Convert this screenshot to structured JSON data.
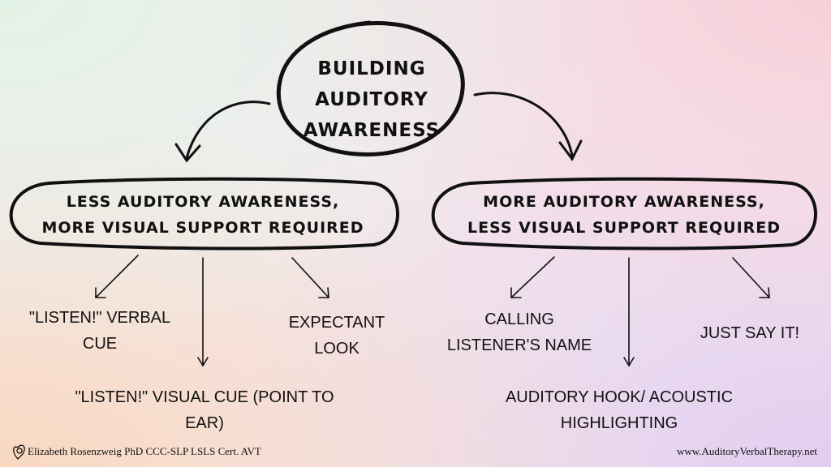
{
  "title": {
    "line1": "BUILDING",
    "line2": "AUDITORY",
    "line3": "AWARENESS"
  },
  "left": {
    "line1": "LESS AUDITORY AWARENESS,",
    "line2": "MORE VISUAL SUPPORT REQUIRED",
    "items": [
      {
        "line1": "\"LISTEN!\" VERBAL",
        "line2": "CUE"
      },
      {
        "line1": "\"LISTEN!\" VISUAL CUE (POINT TO",
        "line2": "EAR)"
      },
      {
        "line1": "EXPECTANT",
        "line2": "LOOK"
      }
    ]
  },
  "right": {
    "line1": "MORE AUDITORY AWARENESS,",
    "line2": "LESS VISUAL SUPPORT REQUIRED",
    "items": [
      {
        "line1": "CALLING",
        "line2": "LISTENER'S NAME"
      },
      {
        "line1": "AUDITORY HOOK/ ACOUSTIC",
        "line2": "HIGHLIGHTING"
      },
      {
        "line1": "JUST SAY IT!"
      }
    ]
  },
  "footer": {
    "author": "Elizabeth Rosenzweig PhD CCC-SLP LSLS Cert. AVT",
    "website": "www.AuditoryVerbalTherapy.net"
  }
}
